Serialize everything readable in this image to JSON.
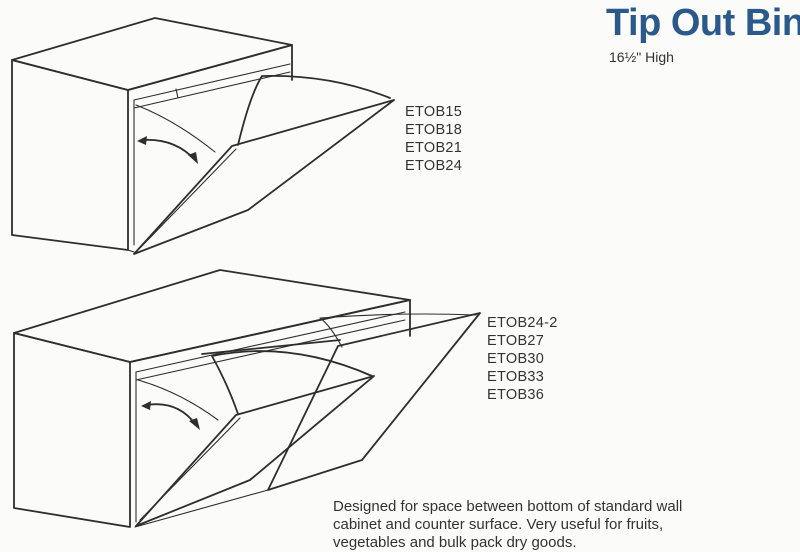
{
  "header": {
    "title": "Tip Out Bin",
    "subtitle": "16½\" High"
  },
  "single_bin": {
    "models": [
      "ETOB15",
      "ETOB18",
      "ETOB21",
      "ETOB24"
    ]
  },
  "double_bin": {
    "models": [
      "ETOB24-2",
      "ETOB27",
      "ETOB30",
      "ETOB33",
      "ETOB36"
    ]
  },
  "description": {
    "lines": [
      "Designed for space between bottom of standard wall",
      "cabinet and counter surface. Very useful for fruits,",
      "vegetables and bulk pack dry goods."
    ]
  }
}
